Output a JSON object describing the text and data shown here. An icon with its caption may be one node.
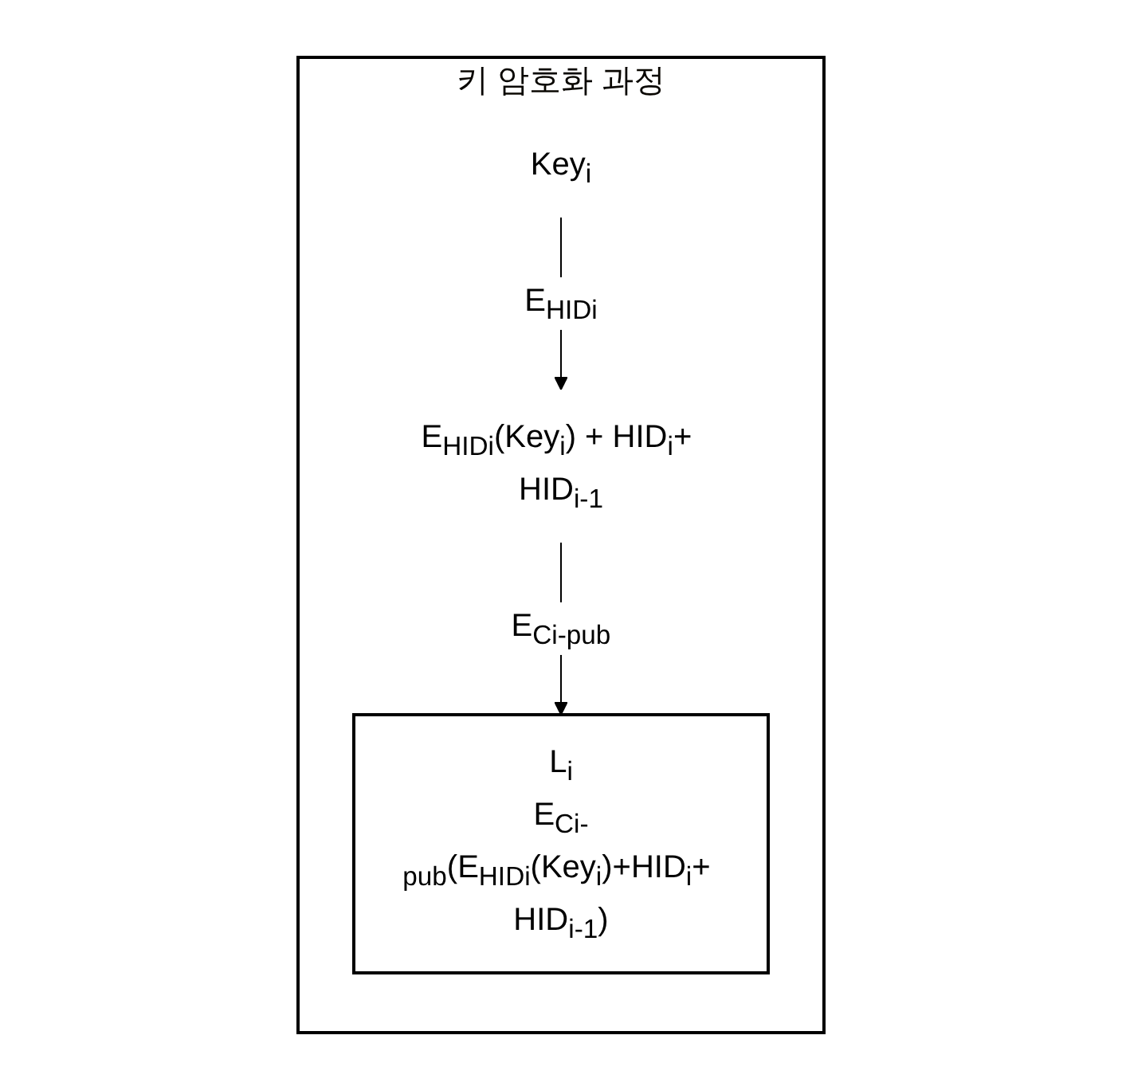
{
  "diagram": {
    "nodes": [
      {
        "text": [
          "키 암호화 과정"
        ]
      },
      {
        "text": [
          "Key$_{i}$"
        ],
        "in": 0
      },
      {
        "text": [
          "E$_{HIDi}$(Key$_{i}$) + HID$_{i}$+ HID$_{i-1}$"
        ],
        "in": 0
      },
      {
        "text": [
          "L$_{i}$",
          "E$_{Ci-pub}$(E$_{HIDi}$(Key$_{i}$)+HID$_{i}$+ HID$_{i-1}$)"
        ],
        "in": 0
      }
    ],
    "edges": [
      {
        "from": 1,
        "to": 2,
        "arrow": "to",
        "label": "E$_{HIDi}$"
      },
      {
        "from": 2,
        "to": 3,
        "arrow": "to",
        "label": "E$_{Ci-pub}$"
      }
    ]
  }
}
